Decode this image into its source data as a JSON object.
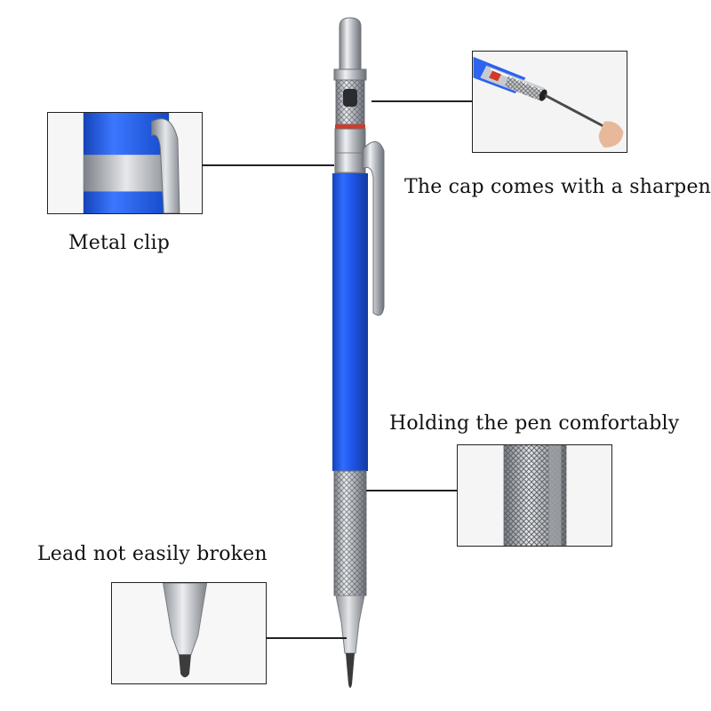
{
  "callouts": {
    "sharpener": "The cap comes with a sharpener",
    "clip": "Metal clip",
    "grip": "Holding the pen comfortably",
    "lead": "Lead not easily broken"
  },
  "colors": {
    "barrel_blue": "#1f56e8",
    "metal": "#b8bcc2",
    "ring_red": "#d23a2a",
    "lead": "#3a3a3a"
  }
}
